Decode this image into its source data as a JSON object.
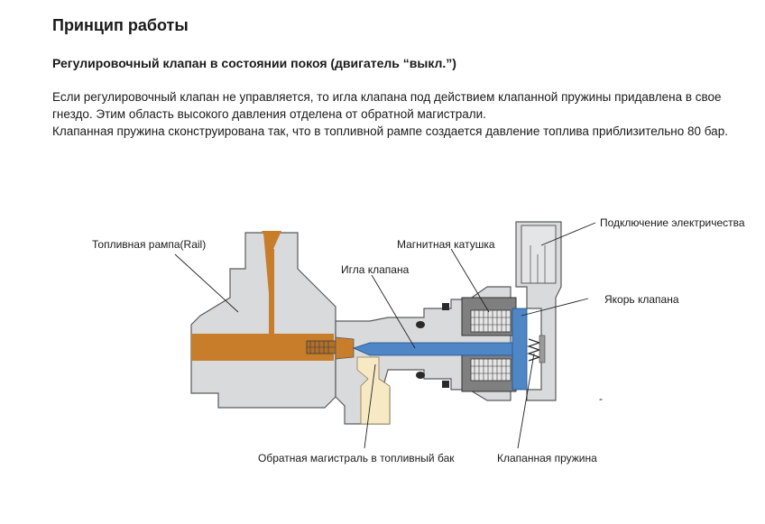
{
  "header": {
    "title": "Принцип работы",
    "subtitle": "Регулировочный клапан в состоянии покоя (двигатель “выкл.”)"
  },
  "body": {
    "paragraph1": "Если регулировочный клапан не управляется, то игла клапана под действием клапанной пружины придавлена в свое гнездо. Этим область высокого давления отделена от обратной магистрали.",
    "paragraph2": "Клапанная пружина сконструирована так, что в топливной рампе создается давление топлива приблизительно 80 бар."
  },
  "diagram": {
    "labels": {
      "fuel_rail": "Топливная рампа(Rail)",
      "magnetic_coil": "Магнитная катушка",
      "valve_needle": "Игла клапана",
      "electrical_connection": "Подключение электричества",
      "valve_armature": "Якорь клапана",
      "return_line": "Обратная магистраль в топливный бак",
      "valve_spring": "Клапанная пружина",
      "dash": "-"
    },
    "colors": {
      "housing": "#d9dadb",
      "housing_stroke": "#5a5a5a",
      "high_pressure_fuel": "#c87d2b",
      "return_fuel": "#f7e9c3",
      "needle_blue": "#4f86c6",
      "coil_dark": "#4a4a4a"
    }
  }
}
